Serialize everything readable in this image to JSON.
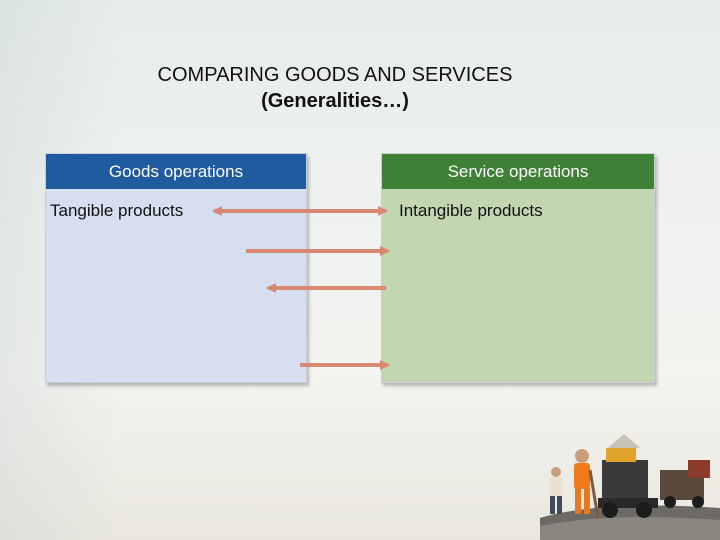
{
  "title": {
    "line1": "COMPARING GOODS AND SERVICES",
    "line2": "(Generalities…)"
  },
  "goods_panel": {
    "header": "Goods operations",
    "items": [
      "Tangible products"
    ]
  },
  "service_panel": {
    "header": "Service operations",
    "items": [
      "Intangible products"
    ]
  },
  "colors": {
    "goods_header": "#1f5b9e",
    "goods_body": "#d6dff0",
    "service_header": "#3e8136",
    "service_body": "#c3d6b2",
    "arrow": "#d98873"
  },
  "illustration": {
    "icon": "road-paving-workers-icon"
  }
}
